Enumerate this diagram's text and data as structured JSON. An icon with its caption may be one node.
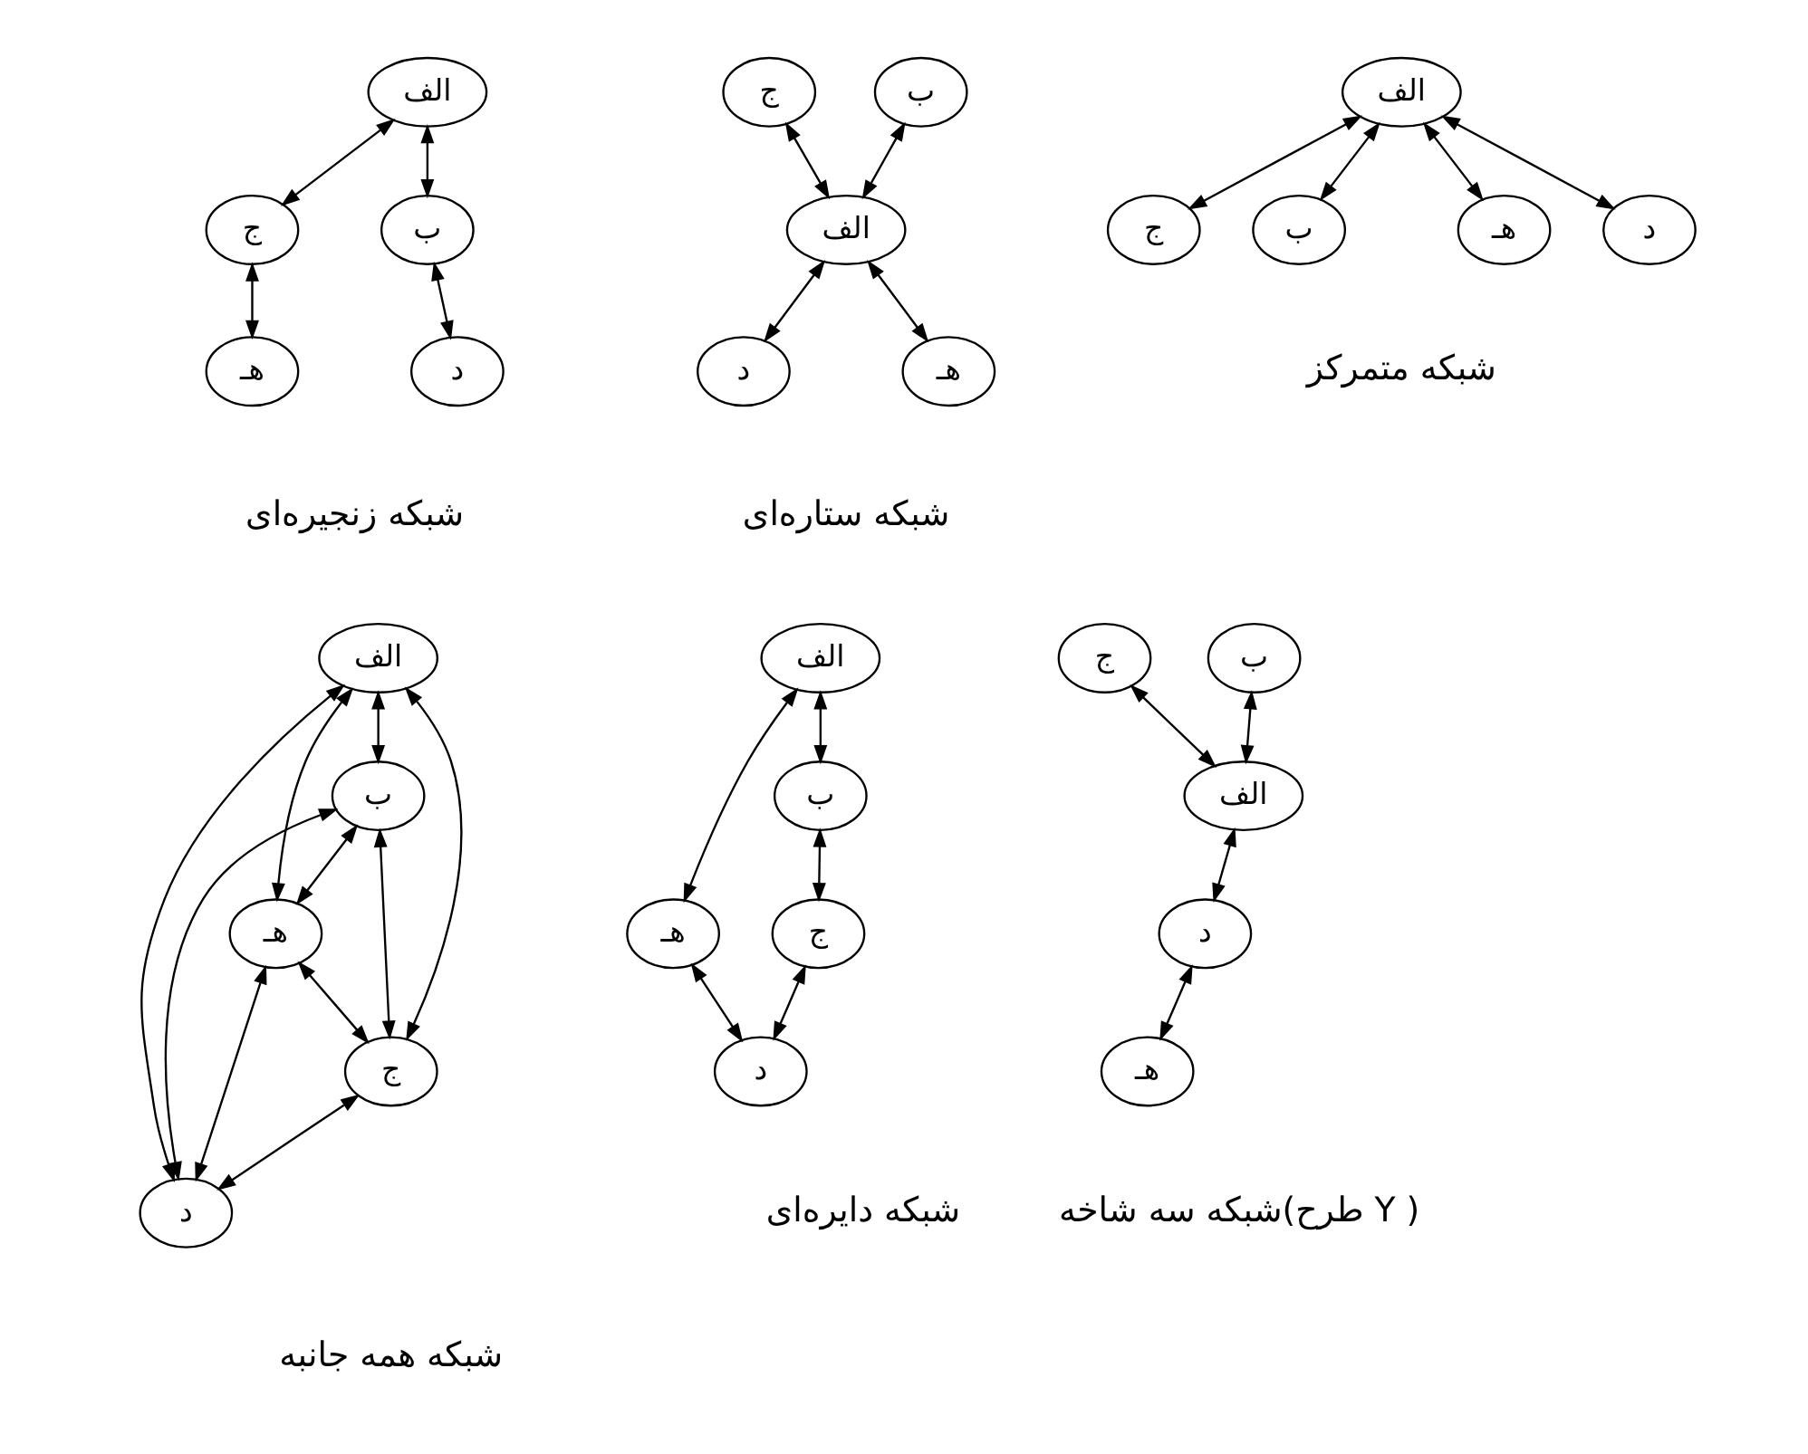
{
  "diagram": {
    "nodes": [
      {
        "text": [
          "الف"
        ]
      },
      {
        "text": [
          "ج"
        ]
      },
      {
        "text": [
          "ب"
        ]
      },
      {
        "text": [
          "هـ"
        ]
      },
      {
        "text": [
          "د"
        ]
      },
      {
        "text": [
          "ج"
        ]
      },
      {
        "text": [
          "ب"
        ]
      },
      {
        "text": [
          "الف"
        ]
      },
      {
        "text": [
          "هـ"
        ]
      },
      {
        "text": [
          "د"
        ]
      },
      {
        "text": [
          "الف"
        ]
      },
      {
        "text": [
          "هـ"
        ]
      },
      {
        "text": [
          "د"
        ]
      },
      {
        "text": [
          "ج"
        ]
      },
      {
        "text": [
          "ب"
        ]
      },
      {
        "text": [
          "الف"
        ]
      },
      {
        "text": [
          "ب"
        ]
      },
      {
        "text": [
          "هـ"
        ]
      },
      {
        "text": [
          "ج"
        ]
      },
      {
        "text": [
          "د"
        ]
      },
      {
        "text": [
          "الف"
        ]
      },
      {
        "text": [
          "ب"
        ]
      },
      {
        "text": [
          "هـ"
        ]
      },
      {
        "text": [
          "ج"
        ]
      },
      {
        "text": [
          "د"
        ]
      },
      {
        "text": [
          "ج"
        ]
      },
      {
        "text": [
          "ب"
        ]
      },
      {
        "text": [
          "الف"
        ]
      },
      {
        "text": [
          "د"
        ]
      },
      {
        "text": [
          "هـ"
        ]
      }
    ],
    "edges": [
      {
        "from": 0,
        "to": 1,
        "arrow": "both"
      },
      {
        "from": 0,
        "to": 2,
        "arrow": "both"
      },
      {
        "from": 1,
        "to": 3,
        "arrow": "both"
      },
      {
        "from": 2,
        "to": 4,
        "arrow": "both"
      },
      {
        "from": 5,
        "to": 7,
        "arrow": "both"
      },
      {
        "from": 6,
        "to": 7,
        "arrow": "both"
      },
      {
        "from": 7,
        "to": 8,
        "arrow": "both"
      },
      {
        "from": 7,
        "to": 9,
        "arrow": "both"
      },
      {
        "from": 10,
        "to": 11,
        "arrow": "both"
      },
      {
        "from": 10,
        "to": 12,
        "arrow": "both"
      },
      {
        "from": 10,
        "to": 13,
        "arrow": "both"
      },
      {
        "from": 10,
        "to": 14,
        "arrow": "both"
      },
      {
        "from": 15,
        "to": 16,
        "arrow": "both"
      },
      {
        "from": 15,
        "to": 17,
        "arrow": "both"
      },
      {
        "from": 15,
        "to": 18,
        "arrow": "both"
      },
      {
        "from": 15,
        "to": 19,
        "arrow": "both"
      },
      {
        "from": 16,
        "to": 17,
        "arrow": "both"
      },
      {
        "from": 16,
        "to": 18,
        "arrow": "both"
      },
      {
        "from": 16,
        "to": 19,
        "arrow": "both"
      },
      {
        "from": 17,
        "to": 18,
        "arrow": "both"
      },
      {
        "from": 17,
        "to": 19,
        "arrow": "both"
      },
      {
        "from": 18,
        "to": 19,
        "arrow": "both"
      },
      {
        "from": 20,
        "to": 21,
        "arrow": "both"
      },
      {
        "from": 20,
        "to": 22,
        "arrow": "both"
      },
      {
        "from": 21,
        "to": 23,
        "arrow": "both"
      },
      {
        "from": 22,
        "to": 24,
        "arrow": "both"
      },
      {
        "from": 23,
        "to": 24,
        "arrow": "both"
      },
      {
        "from": 25,
        "to": 27,
        "arrow": "both"
      },
      {
        "from": 26,
        "to": 27,
        "arrow": "both"
      },
      {
        "from": 27,
        "to": 28,
        "arrow": "both"
      },
      {
        "from": 28,
        "to": 29,
        "arrow": "both"
      }
    ],
    "labels": [
      "شبکه زنجیره‌ای",
      "شبکه ستاره‌ای",
      "شبکه متمرکز",
      "شبکه همه جانبه",
      "شبکه دایره‌ای",
      "شبکه سه شاخه(طرح Y )"
    ]
  }
}
